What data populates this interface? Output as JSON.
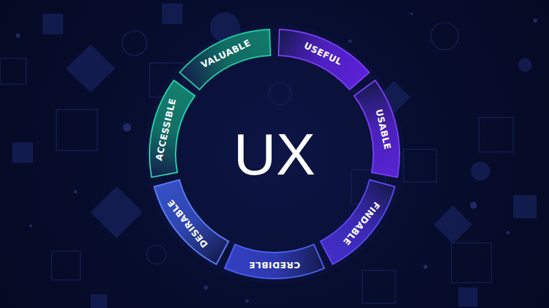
{
  "diagram": {
    "nodes": [
      {
        "text": [
          "USEFUL"
        ]
      },
      {
        "text": [
          "USABLE"
        ]
      },
      {
        "text": [
          "FINDABLE"
        ]
      },
      {
        "text": [
          "CREDIBLE"
        ]
      },
      {
        "text": [
          "DESIRABLE"
        ]
      },
      {
        "text": [
          "ACCESSIBLE"
        ]
      },
      {
        "text": [
          "VALUABLE"
        ]
      }
    ],
    "labels": [
      "UX"
    ]
  }
}
